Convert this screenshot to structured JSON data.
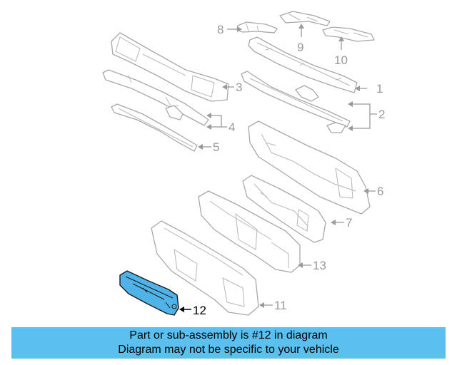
{
  "callouts": [
    "1",
    "2",
    "3",
    "4",
    "5",
    "6",
    "7",
    "8",
    "9",
    "10",
    "11",
    "12",
    "13"
  ],
  "highlighted_part": "12",
  "colors": {
    "highlight": "#4fb3e8",
    "caption_bg": "#5bc0ee",
    "line_gray": "#a8a8a8"
  },
  "caption": {
    "line1": "Part or sub-assembly is #12 in diagram",
    "line2": "Diagram may not be specific to your vehicle"
  }
}
